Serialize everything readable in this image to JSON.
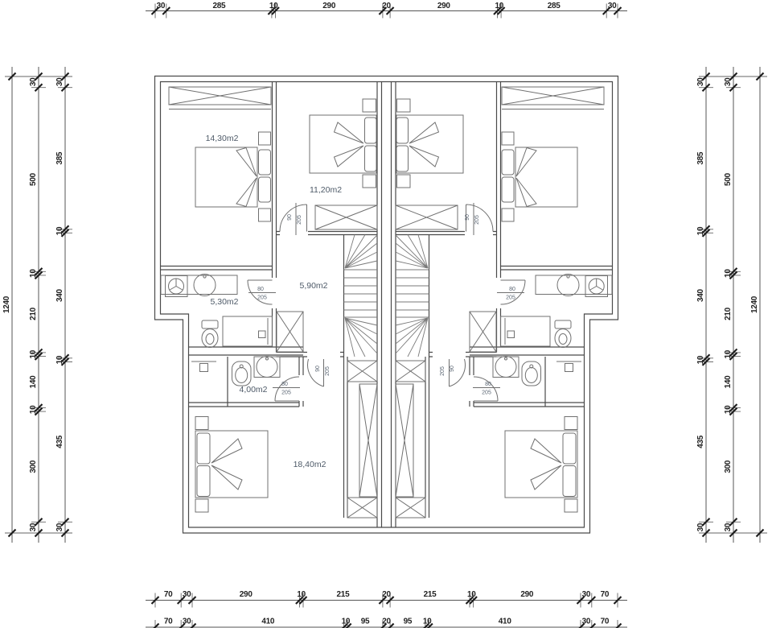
{
  "rooms": {
    "bedroom_top_left": "14,30m2",
    "bedroom_top_center": "11,20m2",
    "hall": "5,90m2",
    "bathroom_upper": "5,30m2",
    "bathroom_lower": "4,00m2",
    "bedroom_bottom": "18,40m2"
  },
  "door_sizes": {
    "w90": "90",
    "w80": "80",
    "h205": "205"
  },
  "dimensions": {
    "top": [
      "30",
      "285",
      "10",
      "290",
      "20",
      "290",
      "10",
      "285",
      "30"
    ],
    "bottom_row1": [
      "70",
      "30",
      "290",
      "10",
      "215",
      "20",
      "215",
      "10",
      "290",
      "30",
      "70"
    ],
    "bottom_row2": [
      "70",
      "30",
      "410",
      "10",
      "95",
      "20",
      "95",
      "10",
      "410",
      "30",
      "70"
    ],
    "left": {
      "overall": "1240",
      "chain_a": [
        "30",
        "500",
        "10",
        "210",
        "10",
        "140",
        "10",
        "300",
        "30"
      ],
      "chain_b": [
        "30",
        "385",
        "10",
        "340",
        "10",
        "435",
        "30"
      ]
    },
    "right": {
      "overall": "1240",
      "chain_a": [
        "30",
        "500",
        "10",
        "210",
        "10",
        "140",
        "10",
        "300",
        "30"
      ],
      "chain_b": [
        "30",
        "385",
        "10",
        "340",
        "10",
        "435",
        "30"
      ]
    }
  },
  "colors": {
    "wall": "#4a4a4a",
    "furniture": "#6e6e6e",
    "dimension_text": "#222222",
    "label_text": "#4e5a68"
  }
}
